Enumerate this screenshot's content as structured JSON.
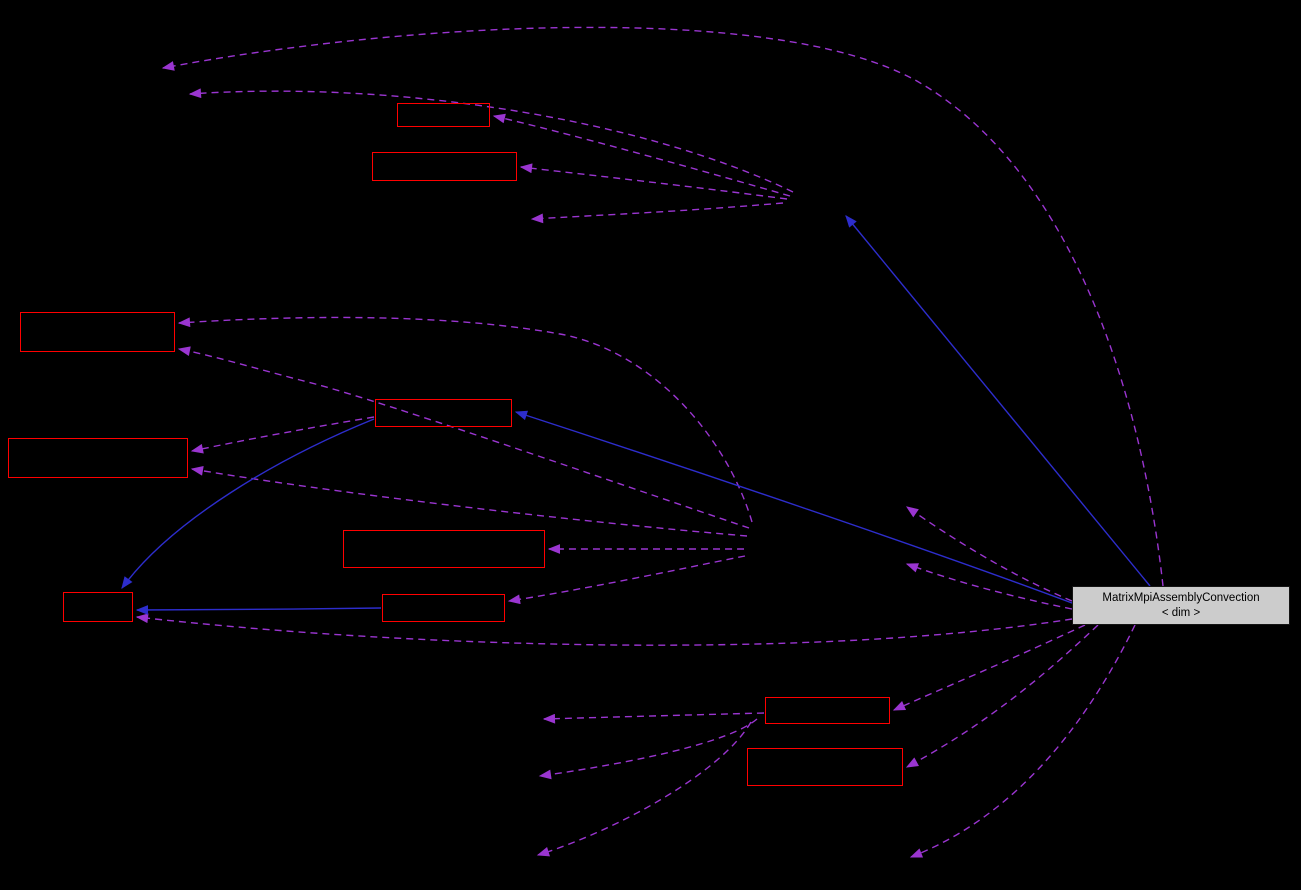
{
  "diagram": {
    "type": "collaboration-graph",
    "background_color": "#000000",
    "main_node": {
      "label_line1": "MatrixMpiAssemblyConvection",
      "label_line2": "< dim >",
      "fill_color": "#cccccc",
      "text_color": "#000000"
    },
    "related_node_border_color": "#ff0000",
    "related_node_count": 10,
    "edge_styles": {
      "usage": {
        "color": "#9a35d0",
        "style": "dashed"
      },
      "inheritance": {
        "color": "#2d2dcc",
        "style": "solid"
      }
    }
  }
}
